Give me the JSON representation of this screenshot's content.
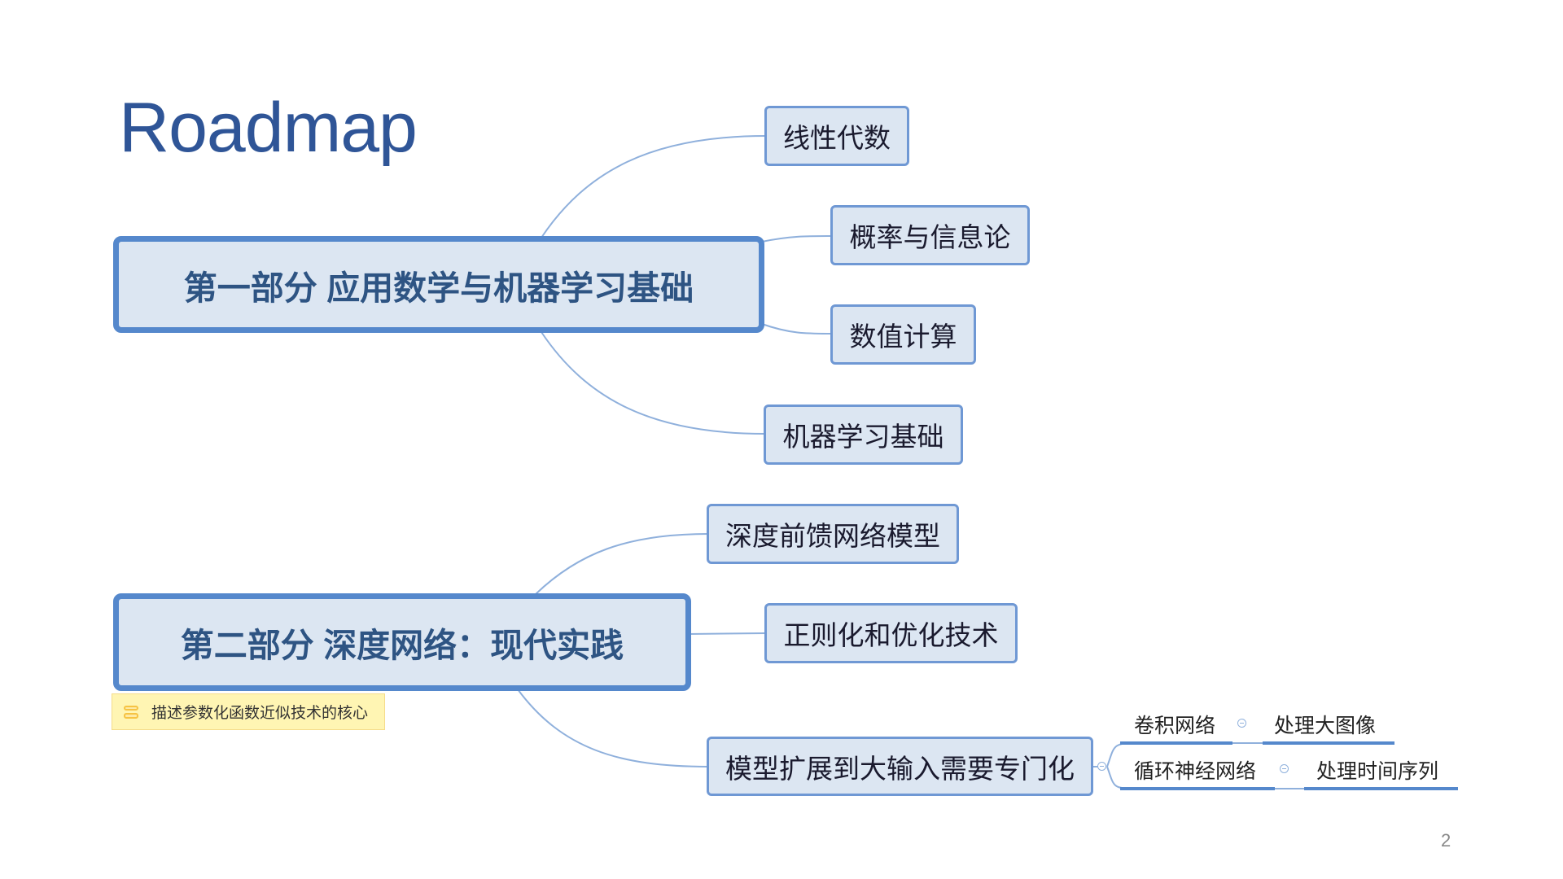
{
  "title": "Roadmap",
  "part1": {
    "label": "第一部分 应用数学与机器学习基础",
    "children": [
      "线性代数",
      "概率与信息论",
      "数值计算",
      "机器学习基础"
    ]
  },
  "part2": {
    "label": "第二部分 深度网络：现代实践",
    "note": "描述参数化函数近似技术的核心",
    "children": [
      "深度前馈网络模型",
      "正则化和优化技术",
      "模型扩展到大输入需要专门化"
    ],
    "sub": [
      {
        "label": "卷积网络",
        "detail": "处理大图像"
      },
      {
        "label": "循环神经网络",
        "detail": "处理时间序列"
      }
    ]
  },
  "page_number": "2",
  "colors": {
    "title": "#2f5597",
    "node_fill": "#dce6f2",
    "node_border": "#5588cc",
    "line": "#8fb0dc",
    "note_fill": "#fff5b3"
  }
}
